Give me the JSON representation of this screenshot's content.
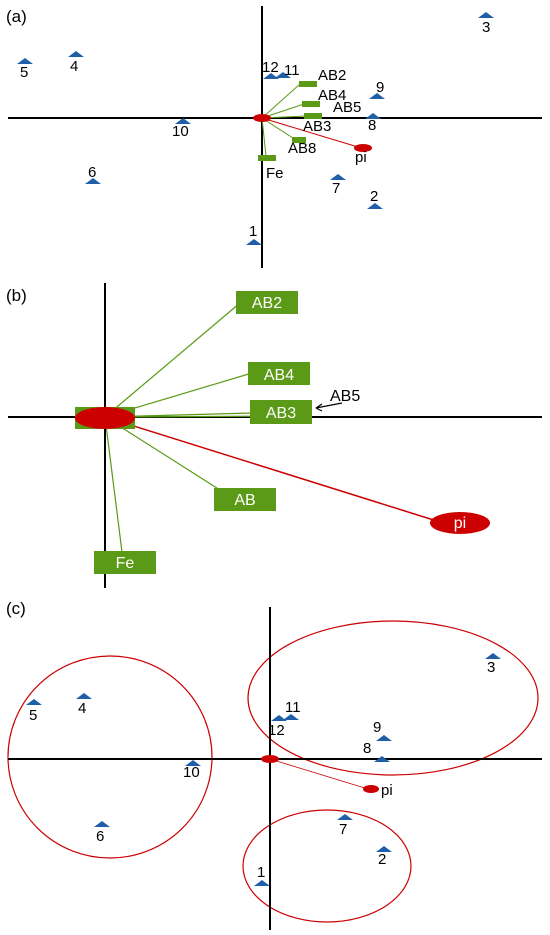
{
  "panels": [
    {
      "id": "a",
      "label": "(a)",
      "points": [
        {
          "label": "1"
        },
        {
          "label": "2"
        },
        {
          "label": "3"
        },
        {
          "label": "4"
        },
        {
          "label": "5"
        },
        {
          "label": "6"
        },
        {
          "label": "7"
        },
        {
          "label": "8"
        },
        {
          "label": "9"
        },
        {
          "label": "10"
        },
        {
          "label": "11"
        },
        {
          "label": "12"
        }
      ],
      "vectors": [
        {
          "label": "AB2"
        },
        {
          "label": "AB4"
        },
        {
          "label": "AB5"
        },
        {
          "label": "AB3"
        },
        {
          "label": "AB8"
        },
        {
          "label": "Fe"
        }
      ],
      "target": {
        "label": "pi"
      }
    },
    {
      "id": "b",
      "label": "(b)",
      "vectors": [
        {
          "label": "AB2"
        },
        {
          "label": "AB4"
        },
        {
          "label": "AB3"
        },
        {
          "label": "AB5"
        },
        {
          "label": "AB"
        },
        {
          "label": "Fe"
        }
      ],
      "target": {
        "label": "pi"
      }
    },
    {
      "id": "c",
      "label": "(c)",
      "points": [
        {
          "label": "1"
        },
        {
          "label": "2"
        },
        {
          "label": "3"
        },
        {
          "label": "4"
        },
        {
          "label": "5"
        },
        {
          "label": "6"
        },
        {
          "label": "7"
        },
        {
          "label": "8"
        },
        {
          "label": "9"
        },
        {
          "label": "10"
        },
        {
          "label": "11"
        },
        {
          "label": "12"
        }
      ],
      "target": {
        "label": "pi"
      }
    }
  ],
  "colors": {
    "point": "#1f5fa8",
    "vector": "#5a9a16",
    "target": "#cc0000",
    "axis": "#000000"
  },
  "icons": {
    "point": "triangle-marker-icon",
    "origin": "ellipse-origin-icon"
  }
}
